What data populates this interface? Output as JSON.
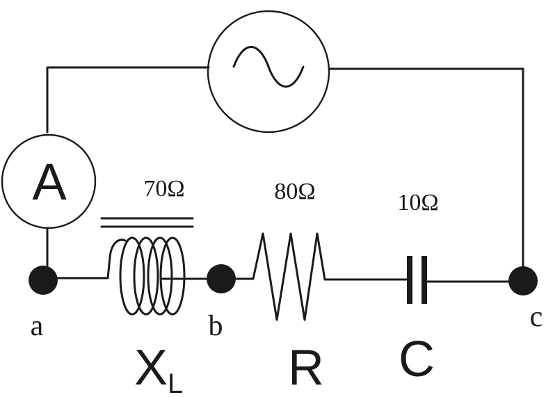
{
  "meter": {
    "symbol": "A"
  },
  "inductor": {
    "value": "70Ω",
    "symbol": "X",
    "subscript": "L"
  },
  "resistor": {
    "value": "80Ω",
    "symbol": "R"
  },
  "capacitor": {
    "value": "10Ω",
    "symbol": "C"
  },
  "nodes": {
    "a": "a",
    "b": "b",
    "c": "c"
  },
  "source": {
    "icon": "ac-source-icon"
  }
}
